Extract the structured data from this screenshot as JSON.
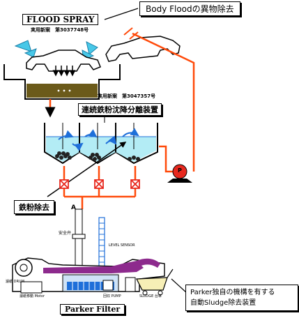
{
  "callouts": {
    "body_flood": "Body Floodの異物除去",
    "iron_removal": "鉄粉除去",
    "parker_sludge_line1": "Parker独自の機構を有する",
    "parker_sludge_line2": "自動Sludge除去装置"
  },
  "titles": {
    "flood_spray": "FLOOD SPRAY",
    "separator": "連続鉄粉沈降分離装置",
    "parker_filter": "Parker Filter"
  },
  "patents": {
    "upper": "実用新案　第3037748号",
    "lower": "実用新案　第3047357号"
  },
  "filter_labels": {
    "point_a": "A",
    "safety_valve": "安全弁",
    "level_sensor": "LEVEL SENSOR",
    "drum": "濾紙 DRUM",
    "drum_motor": "濾紙移動 Motor",
    "pump": "回収 PUMP",
    "sludge_cart": "SLUDGE 台車",
    "pump_symbol": "P"
  },
  "colors": {
    "pipe": "#ff4a0a",
    "liquid": "#b3ecf5",
    "sediment": "#6b5a1a",
    "blue_flow": "#1e6fd9",
    "valve": "#e8281e",
    "sludge": "#8d2a8d"
  }
}
